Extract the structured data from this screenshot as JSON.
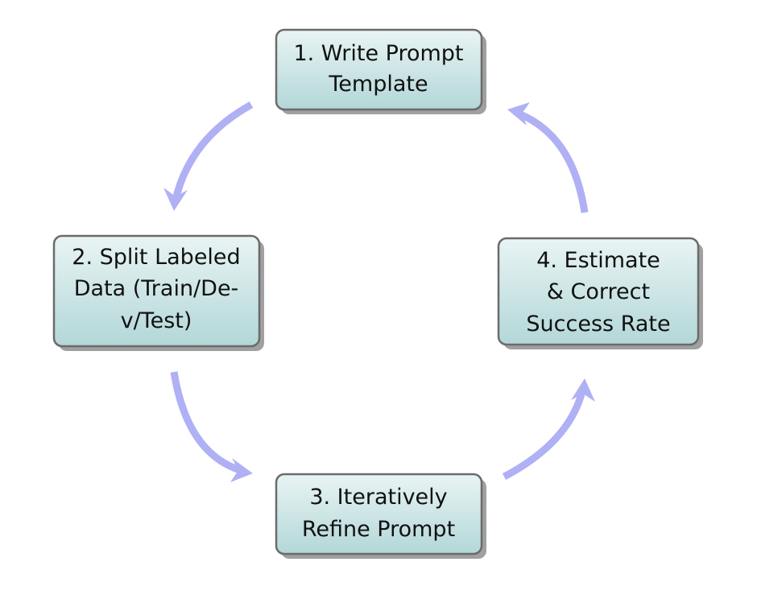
{
  "diagram": {
    "nodes": [
      {
        "id": "step-1",
        "lines": [
          "1. Write Prompt",
          "Template"
        ]
      },
      {
        "id": "step-2",
        "lines": [
          "2. Split Labeled",
          "Data (Train/De-",
          "v/Test)"
        ]
      },
      {
        "id": "step-3",
        "lines": [
          "3. Iteratively",
          "Refine Prompt"
        ]
      },
      {
        "id": "step-4",
        "lines": [
          "4. Estimate",
          "& Correct",
          "Success Rate"
        ]
      }
    ],
    "edges": [
      {
        "from": "step-1",
        "to": "step-2"
      },
      {
        "from": "step-2",
        "to": "step-3"
      },
      {
        "from": "step-3",
        "to": "step-4"
      },
      {
        "from": "step-4",
        "to": "step-1"
      }
    ],
    "colors": {
      "arrow": "#b0b0f5",
      "node_fill_top": "#e9f4f4",
      "node_fill_bottom": "#b3d7d8",
      "node_border": "#6b6b6b",
      "node_shadow": "#a0a0a0"
    }
  }
}
